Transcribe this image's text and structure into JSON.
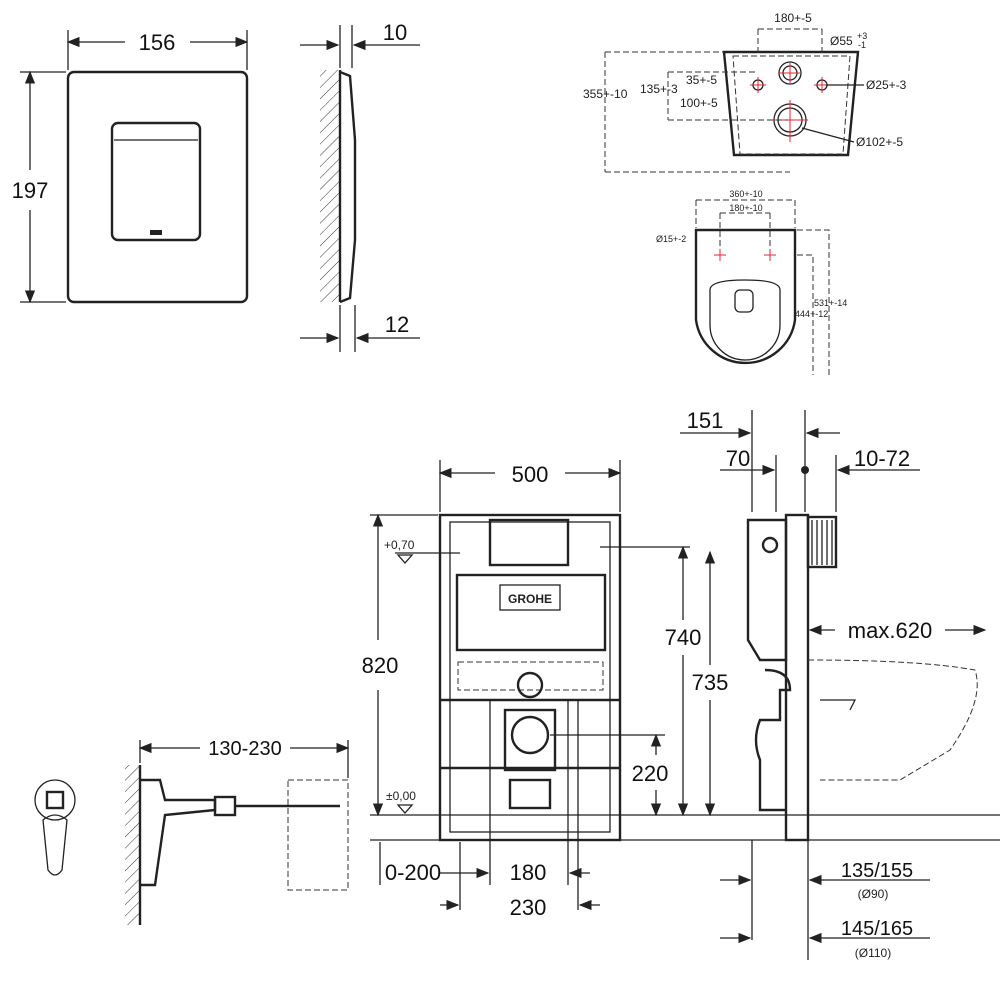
{
  "plate_front": {
    "width": "156",
    "height": "197"
  },
  "plate_side": {
    "top": "10",
    "bottom": "12"
  },
  "bowl_rear": {
    "spacing": "180+-5",
    "d55": "Ø55",
    "d55_tol_up": "+3",
    "d55_tol_down": "-1",
    "total": "355+-10",
    "h135": "135+-3",
    "h35": "35+-5",
    "h100": "100+-5",
    "d25": "Ø25+-3",
    "d102": "Ø102+-5"
  },
  "bowl_top": {
    "width": "360+-10",
    "spacing": "180+-10",
    "d15": "Ø15+-2",
    "len531": "531+-14",
    "len444": "444+-12"
  },
  "frame": {
    "width": "500",
    "height": "820",
    "level_top": "+0,70",
    "level_zero": "±0,00",
    "brand": "GROHE",
    "h740": "740",
    "h735": "735",
    "h220": "220",
    "offset": "0-200",
    "d180": "180",
    "d230": "230"
  },
  "side": {
    "d151": "151",
    "d70": "70",
    "wall": "10-72",
    "max": "max.620",
    "p1": "135/155",
    "p1b": "(Ø90)",
    "p2": "145/165",
    "p2b": "(Ø110)"
  },
  "bracket": {
    "range": "130-230"
  }
}
